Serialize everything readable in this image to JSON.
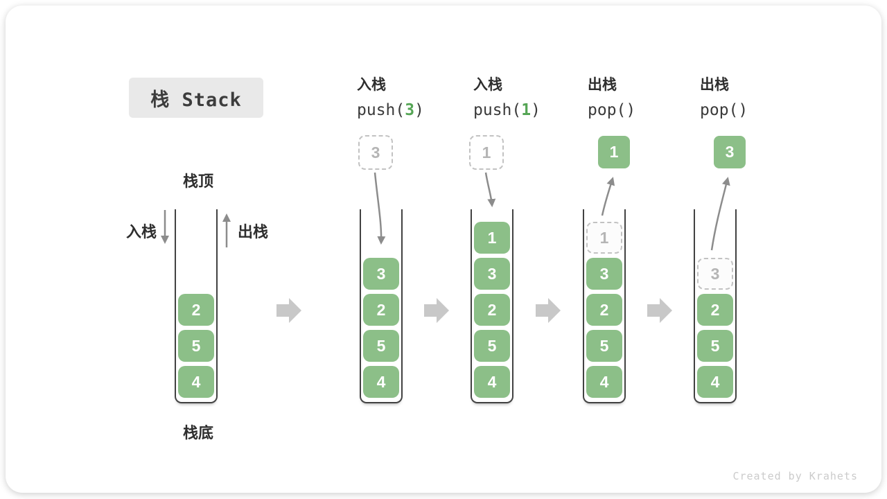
{
  "title": {
    "label": "栈 Stack"
  },
  "base_stack": {
    "top_label": "栈顶",
    "bottom_label": "栈底",
    "push_label": "入栈",
    "pop_label": "出栈",
    "items": [
      "2",
      "5",
      "4"
    ]
  },
  "operations": [
    {
      "label": "入栈",
      "code_pre": "push(",
      "code_arg": "3",
      "code_post": ")",
      "floating": "3",
      "stack": [
        "3",
        "2",
        "5",
        "4"
      ]
    },
    {
      "label": "入栈",
      "code_pre": "push(",
      "code_arg": "1",
      "code_post": ")",
      "floating": "1",
      "stack": [
        "1",
        "3",
        "2",
        "5",
        "4"
      ]
    },
    {
      "label": "出栈",
      "code_pre": "pop(",
      "code_arg": "",
      "code_post": ")",
      "floating": "1",
      "stack": [
        "1",
        "3",
        "2",
        "5",
        "4"
      ]
    },
    {
      "label": "出栈",
      "code_pre": "pop(",
      "code_arg": "",
      "code_post": ")",
      "floating": "3",
      "stack": [
        "3",
        "2",
        "5",
        "4"
      ]
    }
  ],
  "watermark": "Created by Krahets",
  "colors": {
    "element_green": "#8CBF88",
    "code_arg_green": "#55A555",
    "arrow_gray": "#8C8C8C",
    "flow_arrow_gray": "#C8C8C8",
    "ghost_border": "#C2C2C2",
    "title_bg": "#E9E9E9",
    "text_dark": "#2E2E2E"
  }
}
